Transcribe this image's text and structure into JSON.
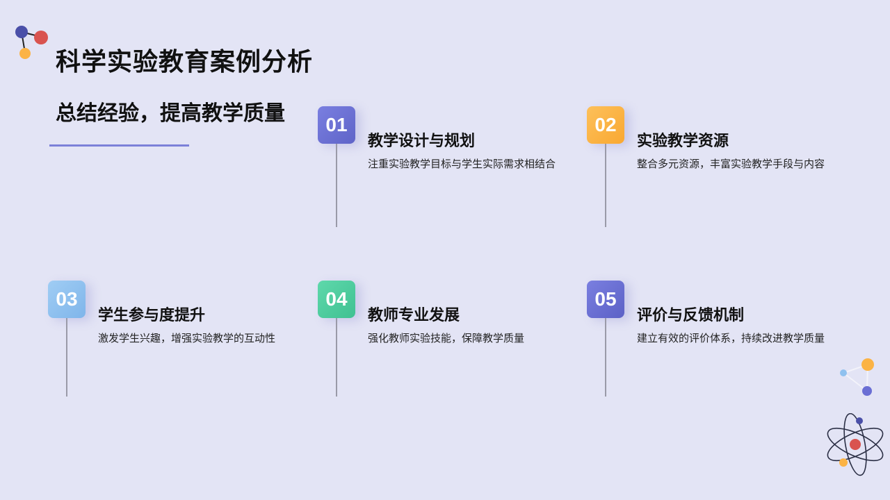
{
  "header": {
    "title": "科学实验教育案例分析",
    "subtitle": "总结经验，提高教学质量"
  },
  "cards": [
    {
      "number": "01",
      "title": "教学设计与规划",
      "desc": "注重实验教学目标与学生实际需求相结合",
      "color": "#6e73d6"
    },
    {
      "number": "02",
      "title": "实验教学资源",
      "desc": "整合多元资源，丰富实验教学手段与内容",
      "color": "#fbb345"
    },
    {
      "number": "03",
      "title": "学生参与度提升",
      "desc": "激发学生兴趣，增强实验教学的互动性",
      "color": "#8fc1ef"
    },
    {
      "number": "04",
      "title": "教师专业发展",
      "desc": "强化教师实验技能，保障教学质量",
      "color": "#4fcd9f"
    },
    {
      "number": "05",
      "title": "评价与反馈机制",
      "desc": "建立有效的评价体系，持续改进教学质量",
      "color": "#6a6ed4"
    }
  ]
}
